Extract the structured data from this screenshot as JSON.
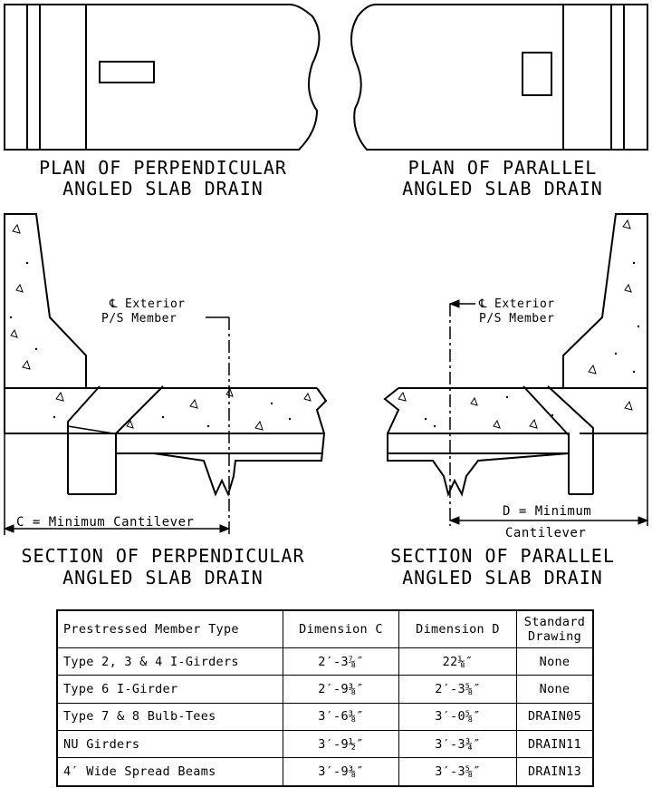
{
  "captions": {
    "plan_perp_1": "PLAN OF PERPENDICULAR",
    "plan_perp_2": "ANGLED SLAB DRAIN",
    "plan_par_1": "PLAN OF PARALLEL",
    "plan_par_2": "ANGLED SLAB DRAIN",
    "sec_perp_1": "SECTION OF PERPENDICULAR",
    "sec_perp_2": "ANGLED SLAB DRAIN",
    "sec_par_1": "SECTION OF PARALLEL",
    "sec_par_2": "ANGLED SLAB DRAIN"
  },
  "labels": {
    "centerline_symbol": "℄",
    "exterior_left": "Exterior",
    "member_left": "P/S Member",
    "exterior_right": "Exterior",
    "member_right": "P/S Member",
    "dim_c": "C = Minimum Cantilever",
    "dim_d": "D = Minimum",
    "dim_d_2": "Cantilever"
  },
  "table": {
    "headers": [
      "Prestressed Member Type",
      "Dimension C",
      "Dimension D",
      "Standard Drawing"
    ],
    "rows": [
      [
        "Type 2, 3 & 4 I-Girders",
        "2′-3⅞″",
        "22⅛″",
        "None"
      ],
      [
        "Type 6 I-Girder",
        "2′-9⅜″",
        "2′-3⅝″",
        "None"
      ],
      [
        "Type 7 & 8 Bulb-Tees",
        "3′-6⅜″",
        "3′-0⅝″",
        "DRAIN05"
      ],
      [
        "NU Girders",
        "3′-9½″",
        "3′-3¾″",
        "DRAIN11"
      ],
      [
        "4′ Wide Spread Beams",
        "3′-9⅜″",
        "3′-3⅝″",
        "DRAIN13"
      ]
    ]
  }
}
